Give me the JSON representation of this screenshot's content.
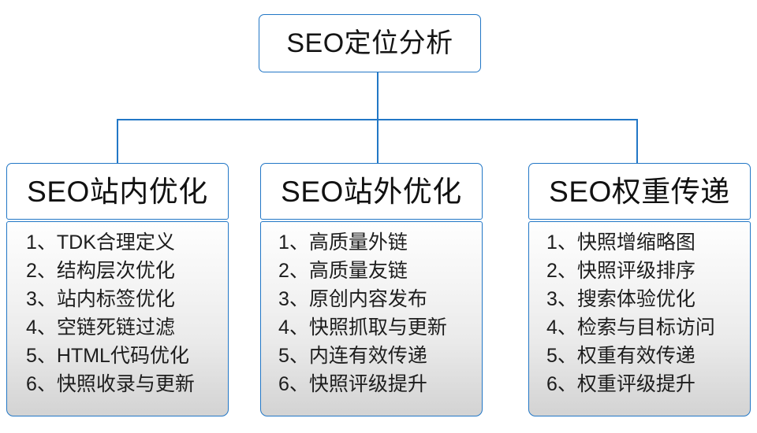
{
  "diagram": {
    "root": {
      "label": "SEO定位分析"
    },
    "colors": {
      "border": "#2277c6",
      "connector": "#2277c6",
      "header_fill": "#ffffff",
      "body_fill_top": "#fefefe",
      "body_fill_bottom": "#d3d3d3",
      "text": "#141414"
    },
    "branches": [
      {
        "title": "SEO站内优化",
        "items": [
          "1、TDK合理定义",
          "2、结构层次优化",
          "3、站内标签优化",
          "4、空链死链过滤",
          "5、HTML代码优化",
          "6、快照收录与更新"
        ]
      },
      {
        "title": "SEO站外优化",
        "items": [
          "1、高质量外链",
          "2、高质量友链",
          "3、原创内容发布",
          "4、快照抓取与更新",
          "5、内连有效传递",
          "6、快照评级提升"
        ]
      },
      {
        "title": "SEO权重传递",
        "items": [
          "1、快照增缩略图",
          "2、快照评级排序",
          "3、搜索体验优化",
          "4、检索与目标访问",
          "5、权重有效传递",
          "6、权重评级提升"
        ]
      }
    ]
  }
}
